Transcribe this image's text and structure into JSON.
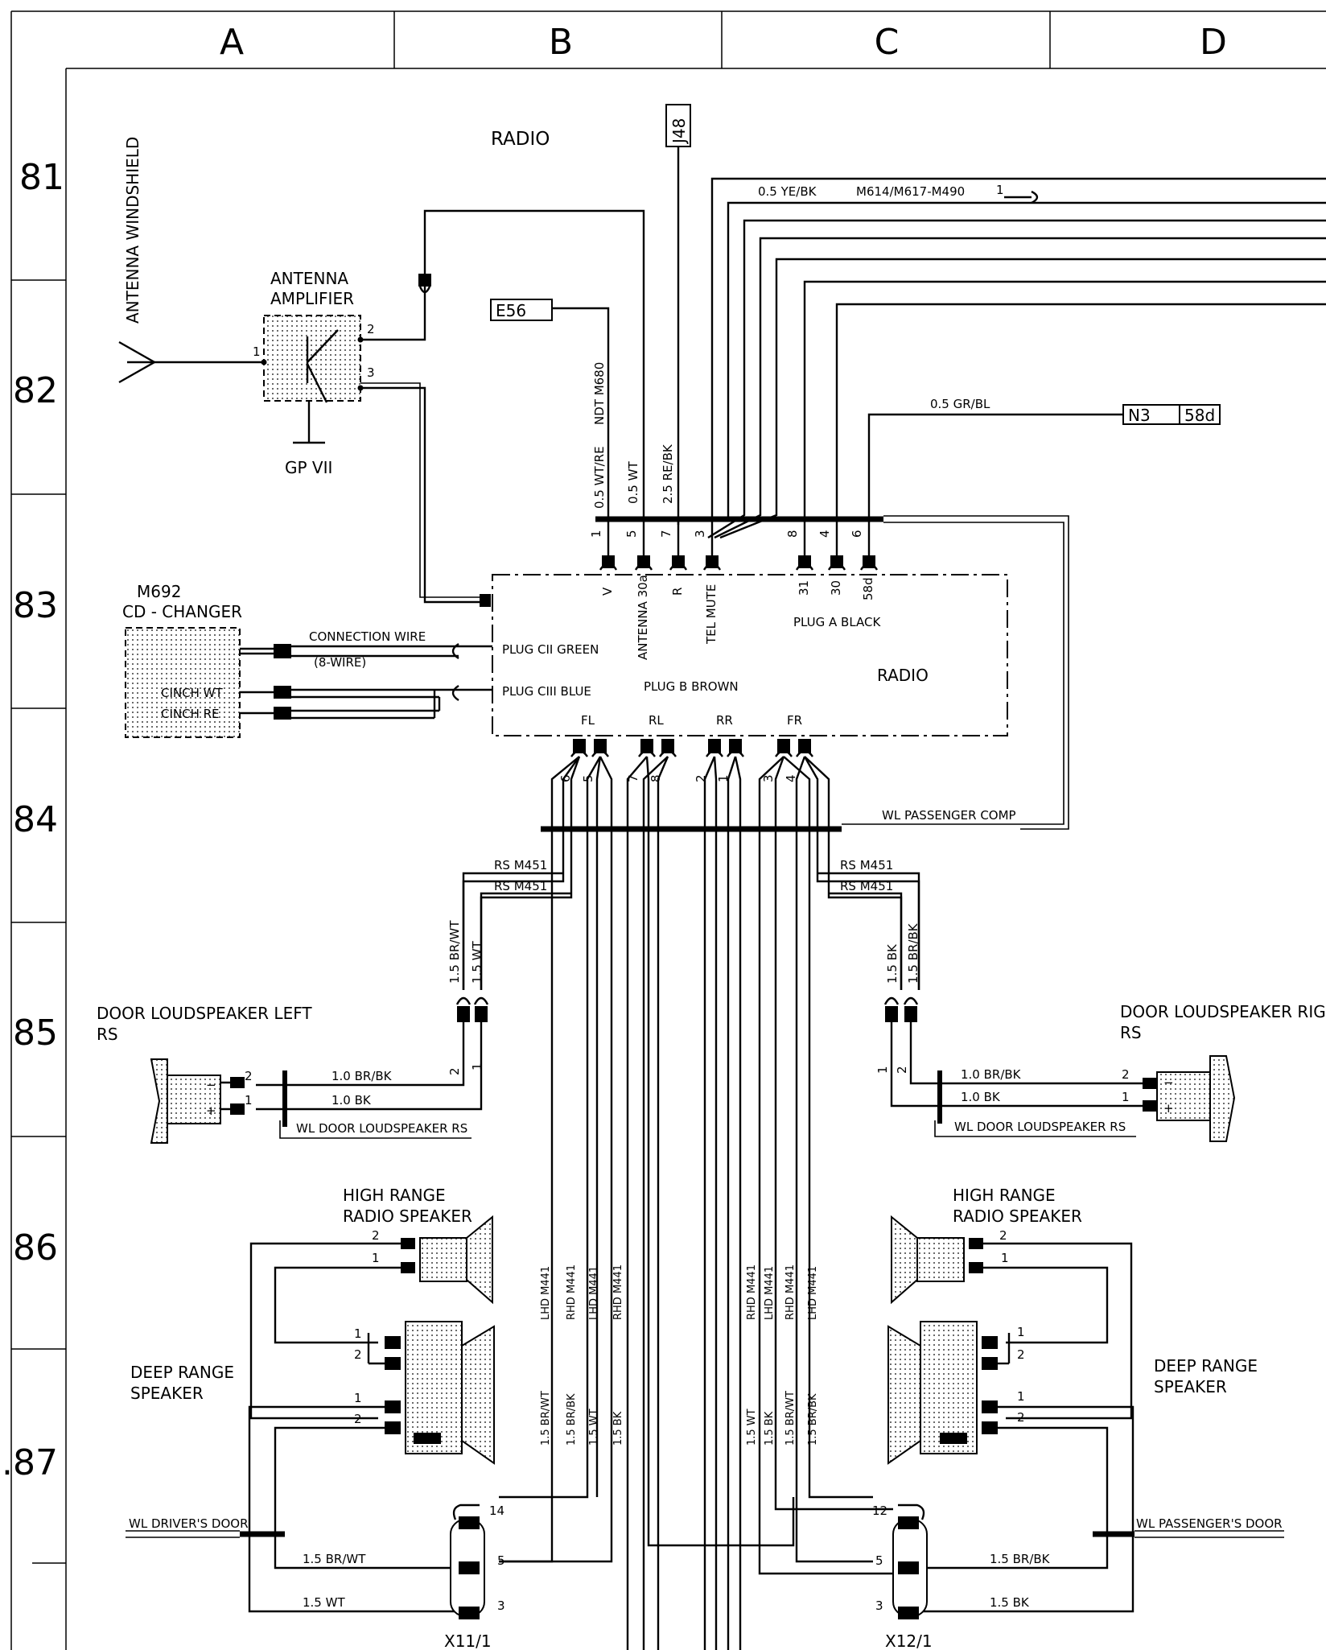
{
  "grid": {
    "columns": [
      "A",
      "B",
      "C",
      "D"
    ],
    "rows": [
      "81",
      "82",
      "83",
      "84",
      "85",
      "86",
      ".87"
    ]
  },
  "title": "RADIO",
  "antenna": {
    "label": "ANTENNA WINDSHIELD",
    "amp_line1": "ANTENNA",
    "amp_line2": "AMPLIFIER",
    "pins": [
      "1",
      "2",
      "3"
    ],
    "ground": "GP VII"
  },
  "refs": {
    "j48": "J48",
    "e56": "E56",
    "n3": "N3",
    "n3_term": "58d"
  },
  "wires_top": {
    "w1": "0.5 YE/BK",
    "w1_route": "M614/M617-M490",
    "w1_pin": "1",
    "w2": "0.5 GR/BL",
    "ndt": "NDT M680",
    "w_wtre": "0.5 WT/RE",
    "w_wt": "0.5 WT",
    "w_rebk": "2.5 RE/BK"
  },
  "plug_pins": [
    "1",
    "5",
    "7",
    "3",
    "8",
    "4",
    "6"
  ],
  "plug_terms": [
    "V",
    "ANTENNA 30a",
    "R",
    "TEL MUTE",
    "31",
    "30",
    "58d"
  ],
  "radio_box": {
    "plug_a": "PLUG A BLACK",
    "plug_b": "PLUG B BROWN",
    "plug_c2": "PLUG CII GREEN",
    "plug_c3": "PLUG CIII BLUE",
    "name": "RADIO",
    "outputs": [
      "FL",
      "RL",
      "RR",
      "FR"
    ]
  },
  "cd_changer": {
    "code": "M692",
    "name": "CD - CHANGER",
    "conn1": "CONNECTION WIRE",
    "conn2": "(8-WIRE)",
    "cinch_wt": "CINCH WT",
    "cinch_re": "CINCH RE"
  },
  "out_pins": [
    "6",
    "5",
    "7",
    "8",
    "2",
    "1",
    "3",
    "4"
  ],
  "passenger_comp": "WL PASSENGER COMP",
  "rs_m451": "RS M451",
  "left_side": {
    "w_brwt": "1.5 BR/WT",
    "w_wt": "1.5 WT",
    "door_title": "DOOR LOUDSPEAKER LEFT",
    "door_rs": "RS",
    "w_brbk": "1.0 BR/BK",
    "w_bk": "1.0 BK",
    "wl_door": "WL DOOR LOUDSPEAKER RS",
    "pins": [
      "2",
      "1"
    ],
    "high1": "HIGH RANGE",
    "high2": "RADIO SPEAKER",
    "deep1": "DEEP RANGE",
    "deep2": "SPEAKER",
    "wl_driver": "WL DRIVER'S DOOR",
    "bot_brwt": "1.5 BR/WT",
    "bot_wt": "1.5 WT",
    "x": "X11/1",
    "x_pins": [
      "14",
      "5",
      "3"
    ]
  },
  "right_side": {
    "w_bk": "1.5 BK",
    "w_brbk": "1.5 BR/BK",
    "door_title": "DOOR LOUDSPEAKER RIG",
    "door_rs": "RS",
    "w_10brbk": "1.0 BR/BK",
    "w_10bk": "1.0 BK",
    "wl_door": "WL DOOR LOUDSPEAKER RS",
    "pins": [
      "2",
      "1"
    ],
    "high1": "HIGH RANGE",
    "high2": "RADIO SPEAKER",
    "deep1": "DEEP RANGE",
    "deep2": "SPEAKER",
    "wl_pass": "WL PASSENGER'S DOOR",
    "bot_brbk": "1.5 BR/BK",
    "bot_bk": "1.5 BK",
    "x": "X12/1",
    "x_pins": [
      "12",
      "5",
      "3"
    ]
  },
  "spk_pins": [
    "1",
    "2"
  ],
  "center_labels": [
    "LHD M441",
    "RHD M441",
    "LHD M441",
    "RHD M441",
    "RHD M441",
    "LHD M441",
    "RHD M441",
    "LHD M441"
  ],
  "center_wires": [
    "1.5 BR/WT",
    "1.5 BR/BK",
    "1.5 WT",
    "1.5 BK",
    "1.5 WT",
    "1.5 BK",
    "1.5 BR/WT",
    "1.5 BR/BK"
  ]
}
